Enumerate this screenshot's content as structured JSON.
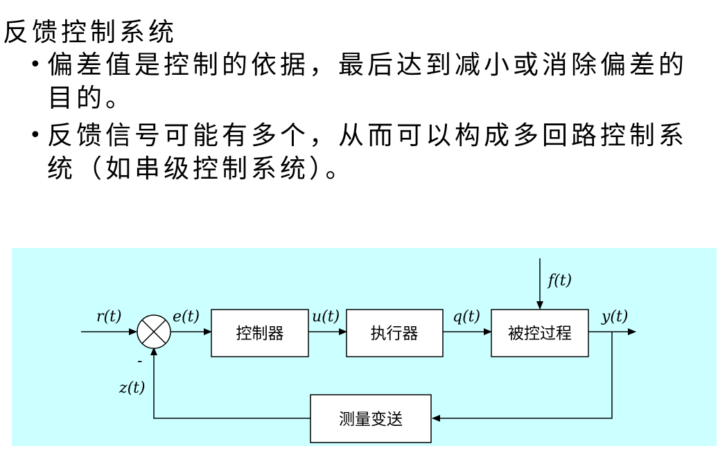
{
  "slide": {
    "title": "反馈控制系统",
    "bullets": [
      "偏差值是控制的依据，最后达到减小或消除偏差的目的。",
      "反馈信号可能有多个，从而可以构成多回路控制系统（如串级控制系统）。"
    ],
    "bullet_symbol": "•"
  },
  "diagram": {
    "blocks": {
      "controller": "控制器",
      "actuator": "执行器",
      "process": "被控过程",
      "measurement": "测量变送"
    },
    "signals": {
      "reference": "r(t)",
      "error": "e(t)",
      "control": "u(t)",
      "manipulated": "q(t)",
      "disturbance": "f(t)",
      "output": "y(t)",
      "feedback": "z(t)"
    },
    "minus_sign": "-",
    "colors": {
      "background": "#ccffff",
      "block_fill": "#ffffff",
      "line": "#000000"
    }
  }
}
